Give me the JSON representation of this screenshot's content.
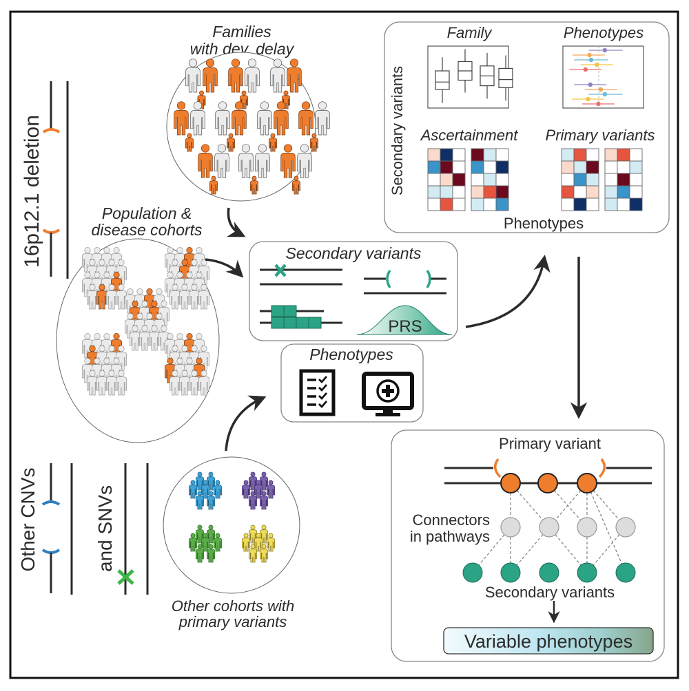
{
  "left_axis": {
    "deletion_label": "16p12.1 deletion",
    "other_cnvs_label": "Other CNVs",
    "snvs_label": "and SNVs"
  },
  "families": {
    "title_line1": "Families",
    "title_line2": "with dev. delay",
    "rows": [
      [
        "gray",
        "orange",
        "orange",
        "gray",
        "gray",
        "orange"
      ],
      [
        "orange",
        "gray",
        "gray",
        "orange",
        "gray",
        "orange",
        "orange",
        "gray"
      ],
      [
        "orange",
        "gray",
        "gray",
        "gray",
        "orange",
        "gray"
      ]
    ]
  },
  "population": {
    "title_line1": "Population &",
    "title_line2": "disease cohorts"
  },
  "other_cohorts": {
    "title_line1": "Other cohorts with",
    "title_line2": "primary variants",
    "group_colors": [
      "#3ea3d6",
      "#7b62ad",
      "#5aae47",
      "#eedb5a"
    ]
  },
  "secondary_box": {
    "title": "Secondary variants",
    "prs_label": "PRS"
  },
  "phenotypes_box": {
    "title": "Phenotypes"
  },
  "analysis_panel": {
    "y_axis_label": "Secondary variants",
    "x_axis_label": "Phenotypes",
    "family_title": "Family",
    "phenotypes_title": "Phenotypes",
    "ascertainment_title": "Ascertainment",
    "primary_variants_title": "Primary variants",
    "heatmap_palette": {
      "dn": "#0f2f66",
      "bm": "#3a93c9",
      "bl": "#d3ebf3",
      "w": "#ffffff",
      "rl": "#fbd9cb",
      "rm": "#e6553f",
      "rd": "#6b0a1f"
    },
    "heatmaps": [
      [
        [
          "rl",
          "dn",
          "w"
        ],
        [
          "bm",
          "rd",
          "w"
        ],
        [
          "w",
          "rl",
          "rd"
        ],
        [
          "bl",
          "bl",
          "w"
        ],
        [
          "w",
          "rm",
          "w"
        ]
      ],
      [
        [
          "rd",
          "bl",
          "w"
        ],
        [
          "bm",
          "w",
          "dn"
        ],
        [
          "w",
          "bl",
          "w"
        ],
        [
          "rl",
          "rm",
          "rd"
        ],
        [
          "bl",
          "w",
          "bm"
        ]
      ],
      [
        [
          "bl",
          "rm",
          "w"
        ],
        [
          "rl",
          "bl",
          "rd"
        ],
        [
          "w",
          "bm",
          "bl"
        ],
        [
          "rm",
          "w",
          "rl"
        ],
        [
          "w",
          "dn",
          "w"
        ]
      ],
      [
        [
          "rl",
          "rm",
          "w"
        ],
        [
          "w",
          "w",
          "bl"
        ],
        [
          "w",
          "rd",
          "w"
        ],
        [
          "bl",
          "bm",
          "w"
        ],
        [
          "bl",
          "w",
          "dn"
        ]
      ]
    ],
    "boxplots": [
      {
        "min": 0.08,
        "q1": 0.3,
        "median": 0.42,
        "q3": 0.6,
        "max": 0.82
      },
      {
        "min": 0.25,
        "q1": 0.45,
        "median": 0.6,
        "q3": 0.75,
        "max": 0.95
      },
      {
        "min": 0.15,
        "q1": 0.36,
        "median": 0.52,
        "q3": 0.68,
        "max": 0.89
      },
      {
        "min": 0.12,
        "q1": 0.33,
        "median": 0.46,
        "q3": 0.64,
        "max": 0.85
      }
    ],
    "forest_rows": [
      {
        "color": "#8f82c4",
        "est": 0.52,
        "lo": 0.32,
        "hi": 0.74
      },
      {
        "color": "#f4a85a",
        "est": 0.33,
        "lo": 0.12,
        "hi": 0.52
      },
      {
        "color": "#6cbad8",
        "est": 0.35,
        "lo": 0.14,
        "hi": 0.56
      },
      {
        "color": "#f5c542",
        "est": 0.42,
        "lo": 0.22,
        "hi": 0.62
      },
      {
        "color": "#ef6e6e",
        "est": 0.28,
        "lo": 0.08,
        "hi": 0.48
      },
      {
        "color": "#8f82c4",
        "est": 0.34,
        "lo": 0.14,
        "hi": 0.54
      },
      {
        "color": "#f4a85a",
        "est": 0.47,
        "lo": 0.27,
        "hi": 0.67
      },
      {
        "color": "#6cbad8",
        "est": 0.52,
        "lo": 0.32,
        "hi": 0.74
      },
      {
        "color": "#f5c542",
        "est": 0.31,
        "lo": 0.11,
        "hi": 0.51
      },
      {
        "color": "#ef6e6e",
        "est": 0.44,
        "lo": 0.24,
        "hi": 0.64
      }
    ]
  },
  "network_panel": {
    "primary_label": "Primary variant",
    "connectors_line1": "Connectors",
    "connectors_line2": "in pathways",
    "secondary_label": "Secondary variants",
    "outcome_label": "Variable phenotypes",
    "primary_count": 3,
    "connector_count": 4,
    "secondary_count": 5,
    "edges_primary_connector": [
      [
        0,
        0
      ],
      [
        0,
        1
      ],
      [
        1,
        2
      ],
      [
        2,
        1
      ],
      [
        2,
        2
      ],
      [
        2,
        3
      ]
    ],
    "edges_primary_secondary": [
      [
        2,
        4
      ]
    ],
    "edges_connector_secondary": [
      [
        0,
        0
      ],
      [
        0,
        1
      ],
      [
        1,
        1
      ],
      [
        1,
        3
      ],
      [
        2,
        3
      ],
      [
        3,
        3
      ]
    ]
  },
  "colors": {
    "orange": "#ef7d2e",
    "teal": "#2ba385",
    "blue_cnv": "#2e7fbf",
    "green_snv": "#3fb549",
    "gray_person": "#ebebeb",
    "connector_gray": "#dddddd",
    "line": "#2b2b2b"
  }
}
